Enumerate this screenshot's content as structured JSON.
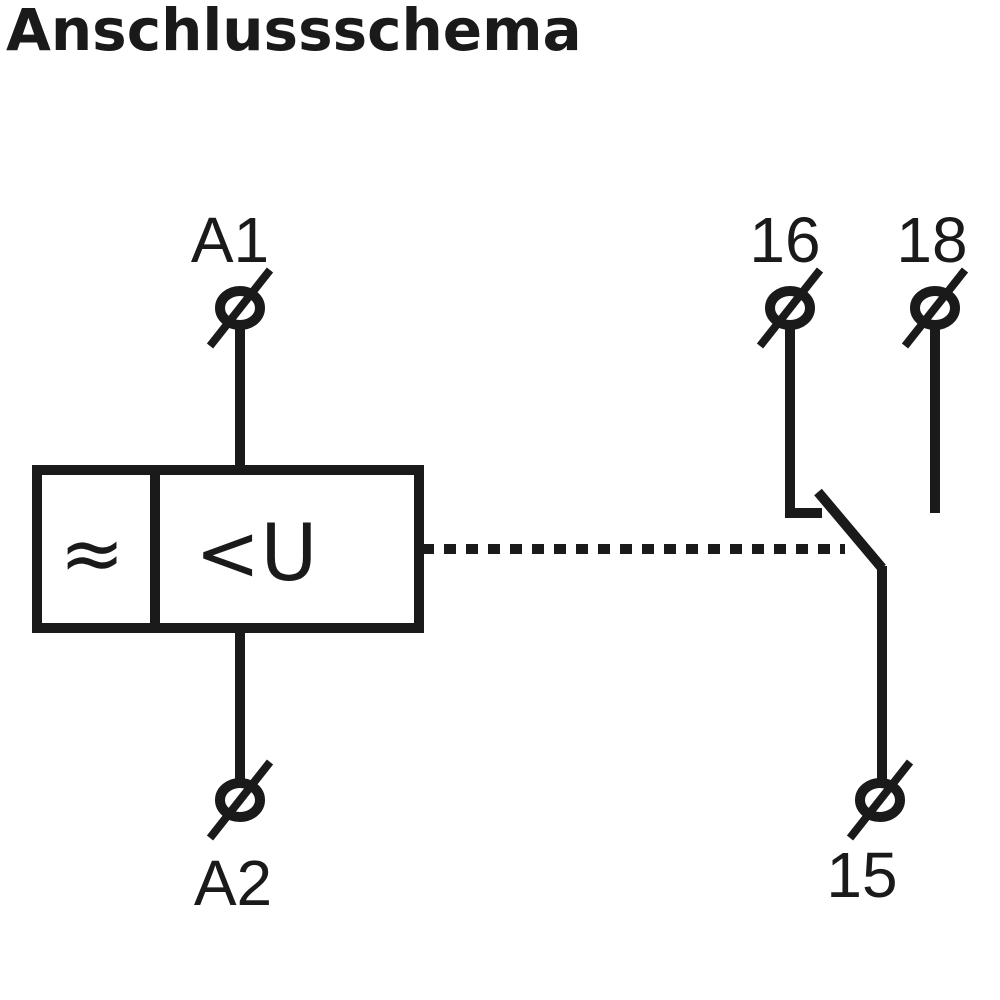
{
  "title": "Anschlussschema",
  "colors": {
    "line": "#1a1a1a",
    "label": "#1a1a1a",
    "background": "#ffffff"
  },
  "coil": {
    "left_symbol": "≈",
    "right_symbol": "<U"
  },
  "terminals": {
    "a1": "A1",
    "a2": "A2",
    "t15": "15",
    "t16": "16",
    "t18": "18"
  },
  "icons": {
    "terminal": "screw-terminal-icon"
  }
}
